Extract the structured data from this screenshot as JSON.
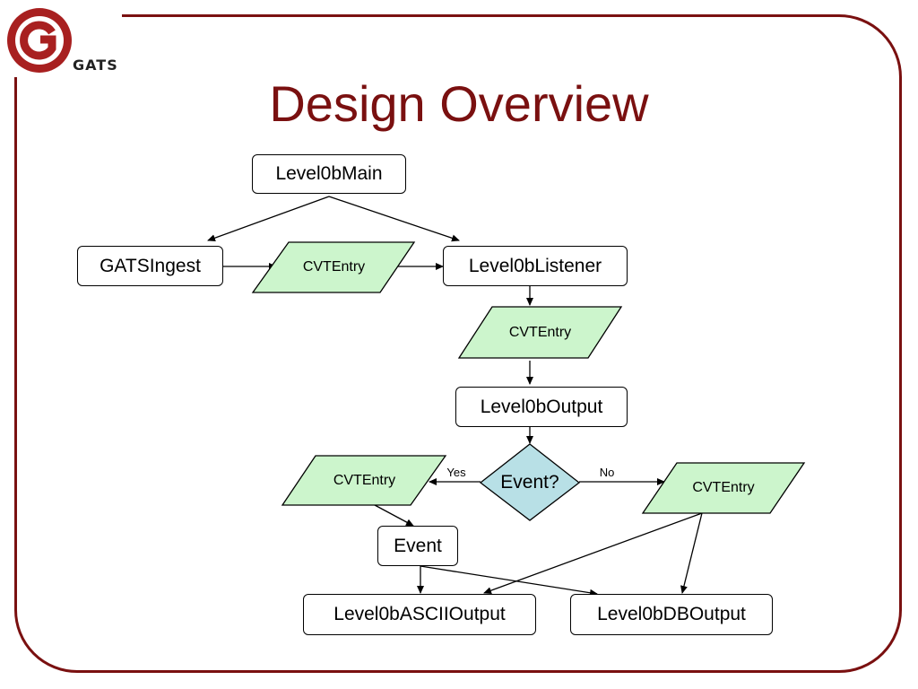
{
  "logo": {
    "text": "GATS"
  },
  "title": "Design Overview",
  "nodes": {
    "level0b_main": "Level0bMain",
    "gats_ingest": "GATSIngest",
    "cvt_entry_ingest": "CVTEntry",
    "level0b_listener": "Level0bListener",
    "cvt_entry_listener": "CVTEntry",
    "level0b_output": "Level0bOutput",
    "event_decision": "Event?",
    "cvt_entry_yes": "CVTEntry",
    "cvt_entry_no": "CVTEntry",
    "event": "Event",
    "level0b_ascii_output": "Level0bASCIIOutput",
    "level0b_db_output": "Level0bDBOutput"
  },
  "edge_labels": {
    "yes": "Yes",
    "no": "No"
  },
  "colors": {
    "frame": "#7a1010",
    "title": "#7a1010",
    "data_fill": "#ccf5cc",
    "decision_fill": "#b8e0e6",
    "logo_red": "#a82020"
  }
}
